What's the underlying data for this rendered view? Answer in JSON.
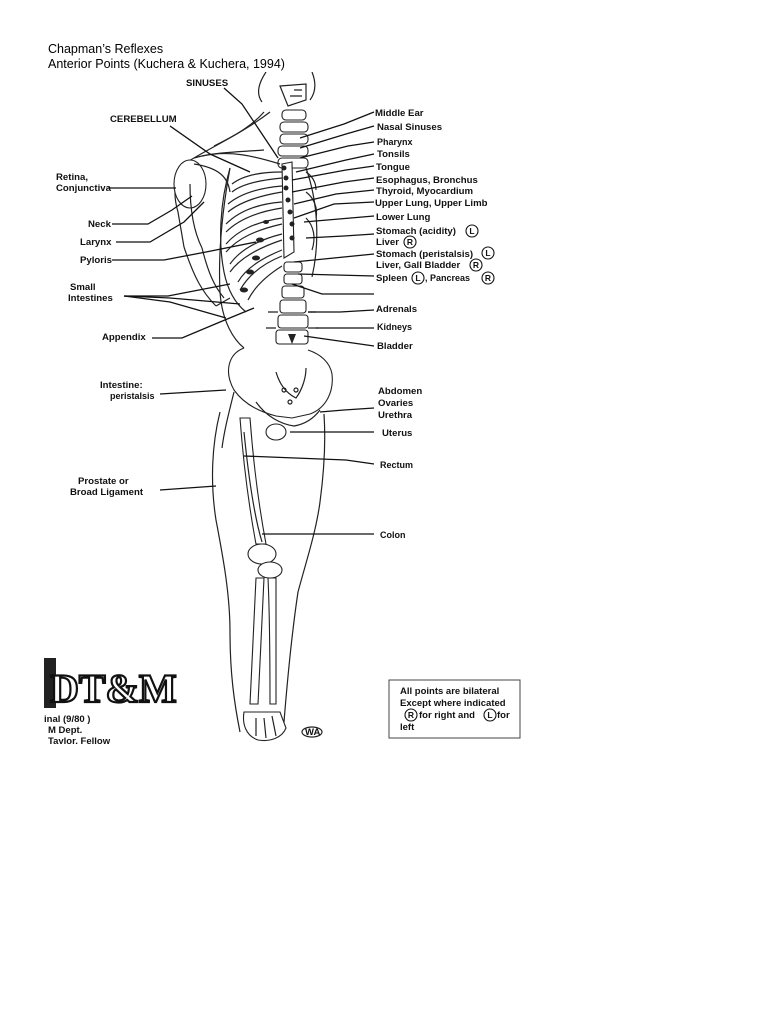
{
  "document": {
    "title": "Chapman’s Reflexes",
    "subtitle": "Anterior Points (Kuchera & Kuchera, 1994)"
  },
  "left_labels": {
    "sinuses": "SINUSES",
    "cerebellum": "CEREBELLUM",
    "retina_1": "Retina,",
    "retina_2": "Conjunctiva",
    "neck": "Neck",
    "larynx": "Larynx",
    "pylorus": "Pyloris",
    "small_int_1": "Small",
    "small_int_2": "Intestines",
    "appendix": "Appendix",
    "intestine_1": "Intestine:",
    "intestine_2": "peristalsis",
    "prostate_1": "Prostate or",
    "prostate_2": "Broad Ligament"
  },
  "right_labels": {
    "middle_ear": "Middle Ear",
    "nasal_sinuses": "Nasal Sinuses",
    "pharynx": "Pharynx",
    "tonsils": "Tonsils",
    "tongue": "Tongue",
    "esophagus": "Esophagus, Bronchus",
    "thyroid": "Thyroid, Myocardium",
    "upper_lung": "Upper Lung, Upper Limb",
    "lower_lung": "Lower Lung",
    "stomach_acidity": "Stomach (acidity)",
    "liver": "Liver",
    "stomach_peristalsis": "Stomach (peristalsis)",
    "liver_gall": "Liver, Gall Bladder",
    "spleen": "Spleen",
    "pancreas": ", Pancreas",
    "adrenals": "Adrenals",
    "kidneys": "Kidneys",
    "bladder": "Bladder",
    "abdomen": "Abdomen",
    "ovaries": "Ovaries",
    "urethra": "Urethra",
    "uterus": "Uterus",
    "rectum": "Rectum",
    "colon": "Colon"
  },
  "side_markers": {
    "left": "L",
    "right": "R"
  },
  "note": {
    "line1": "All points are bilateral",
    "line2": "Except where indicated",
    "line3a": "for right and",
    "line3b": "for",
    "line4": "left"
  },
  "stamp": {
    "logo": "DT&M",
    "line1": "inal (9/80 )",
    "line2": "M Dept.",
    "line3": "Taylor, Fellow",
    "signature": "WA"
  }
}
